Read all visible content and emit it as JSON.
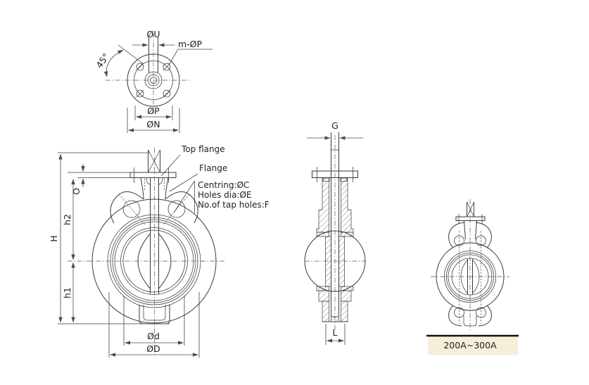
{
  "colors": {
    "line": "#3a3a3a",
    "text": "#1f1f1f",
    "caption_bg": "#f6eed9",
    "background": "#ffffff"
  },
  "top_view": {
    "dim_stem_dia": "ØU",
    "dim_tap_holes": "m-ØP",
    "dim_angle": "45°",
    "dim_bolt_circle": "ØP",
    "dim_flange_outer": "ØN"
  },
  "front_view": {
    "callout_top_flange": "Top flange",
    "callout_flange": "Flange",
    "note": {
      "line1": "Centring:ØC",
      "line2": "Holes dia:ØE",
      "line3": "No.of tap holes:F"
    },
    "dim_total_height": "H",
    "dim_upper_height": "h2",
    "dim_lower_height": "h1",
    "dim_flange_thickness": "O",
    "dim_bore_dia": "Ød",
    "dim_body_dia": "ØD"
  },
  "side_view": {
    "dim_stem_dia": "G",
    "dim_face_width": "L"
  },
  "range_view": {
    "caption": "200A~300A"
  }
}
